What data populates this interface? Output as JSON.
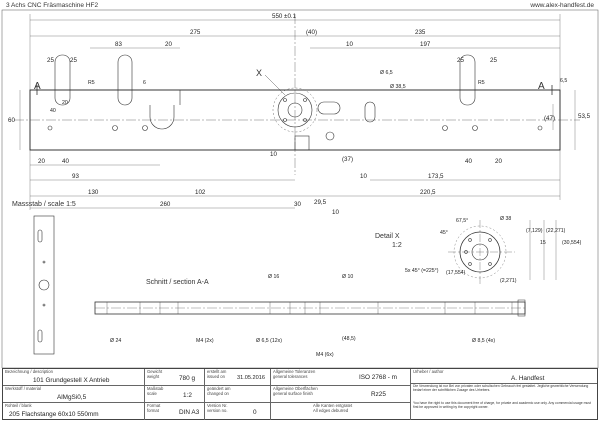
{
  "header": {
    "title": "3 Achs CNC Fräsmaschine HF2",
    "website": "www.alex-handfest.de"
  },
  "dimensions": {
    "total": "550 ±0.1",
    "d275": "275",
    "d235": "235",
    "d40": "(40)",
    "d83": "83",
    "d20a": "20",
    "d10a": "10",
    "d197": "197",
    "d25a": "25",
    "d25b": "25",
    "d25c": "25",
    "d25d": "25",
    "r15a": "R5",
    "r15b": "R5",
    "d6": "6",
    "d65": "Ø 6,5",
    "d385": "Ø 38,5",
    "d65r": "6,5",
    "d20b": "20",
    "d60": "60",
    "d40v": "40",
    "d47": "(47)",
    "d535": "53,5",
    "d20c": "20",
    "d40c": "40",
    "d93": "93",
    "d37": "(37)",
    "d10b": "10",
    "d1735": "173,5",
    "d40d": "40",
    "d20d": "20",
    "d130": "130",
    "d102": "102",
    "d2205": "220,5",
    "d10v": "10",
    "d260": "260",
    "d30": "30",
    "d295": "29,5",
    "d10c": "10"
  },
  "views": {
    "viewA_left": "A",
    "viewA_right": "A",
    "detail_marker": "X",
    "scale_label": "Massstab / scale 1:5",
    "section_label": "Schnitt / section A-A"
  },
  "detail": {
    "title": "Detail  X",
    "scale": "1:2",
    "a675": "67,5°",
    "a45": "45°",
    "d38": "Ø 38",
    "p5x45": "5x 45° (=225°)",
    "d7129": "(7,129)",
    "d15": "15",
    "d22271": "(22,271)",
    "d30554": "(30,554)",
    "d17554": "(17,554)",
    "d2271": "(2,271)"
  },
  "section": {
    "d16": "Ø 16",
    "d10": "Ø 10",
    "d24": "Ø 24",
    "m4_2x": "M4 (2x)",
    "d65_12x": "Ø 6,5 (12x)",
    "d485": "(48,5)",
    "m4_6x": "M4 (6x)",
    "d85_4x": "Ø 8,5 (4x)"
  },
  "titleblock": {
    "name_lbl": "Bezeichnung / description",
    "name_val": "101 Grundgestell X Antrieb",
    "material_lbl": "Werkstoff / material",
    "material_val": "AlMgSi0,5",
    "blank_lbl": "Rohteil / blank",
    "blank_val": "205 Flachstange 60x10    550mm",
    "weight_lbl": "Gewicht\nweight",
    "weight_val": "780 g",
    "scale_lbl": "Maßstab\nscale",
    "scale_val": "1:2",
    "format_lbl": "Format\nformat",
    "format_val": "DIN A3",
    "created_lbl": "erstellt am\nissued on",
    "created_val": "31.05.2016",
    "changed_lbl": "geändert am\nchanged on",
    "changed_val": "",
    "version_lbl": "Version Nr.\nversion no.",
    "version_val": "0",
    "tol_lbl": "Allgemeine Toleranzen\ngeneral tolerances",
    "tol_val": "ISO 2768 - m",
    "surface_lbl": "Allgemeine Oberflächen\ngeneral surface finish",
    "surface_val": "Rz25",
    "edges_lbl": "Alle Kanten entgratet\nAll edges deburred",
    "author_lbl": "Urheber / author",
    "author_val": "A. Handfest",
    "legal_de": "Die Verwendung ist nur Bei von privaten oder schulischen Gebrauch frei gestattet. Jegliche gewerbliche Verwendung bedarf einer der schriftlichen Zusage des Urhebers.",
    "legal_en": "You have the right to use this document free of charge, for private and academic use only. Any commercial usage must first be approved in writing by the copyright owner."
  }
}
